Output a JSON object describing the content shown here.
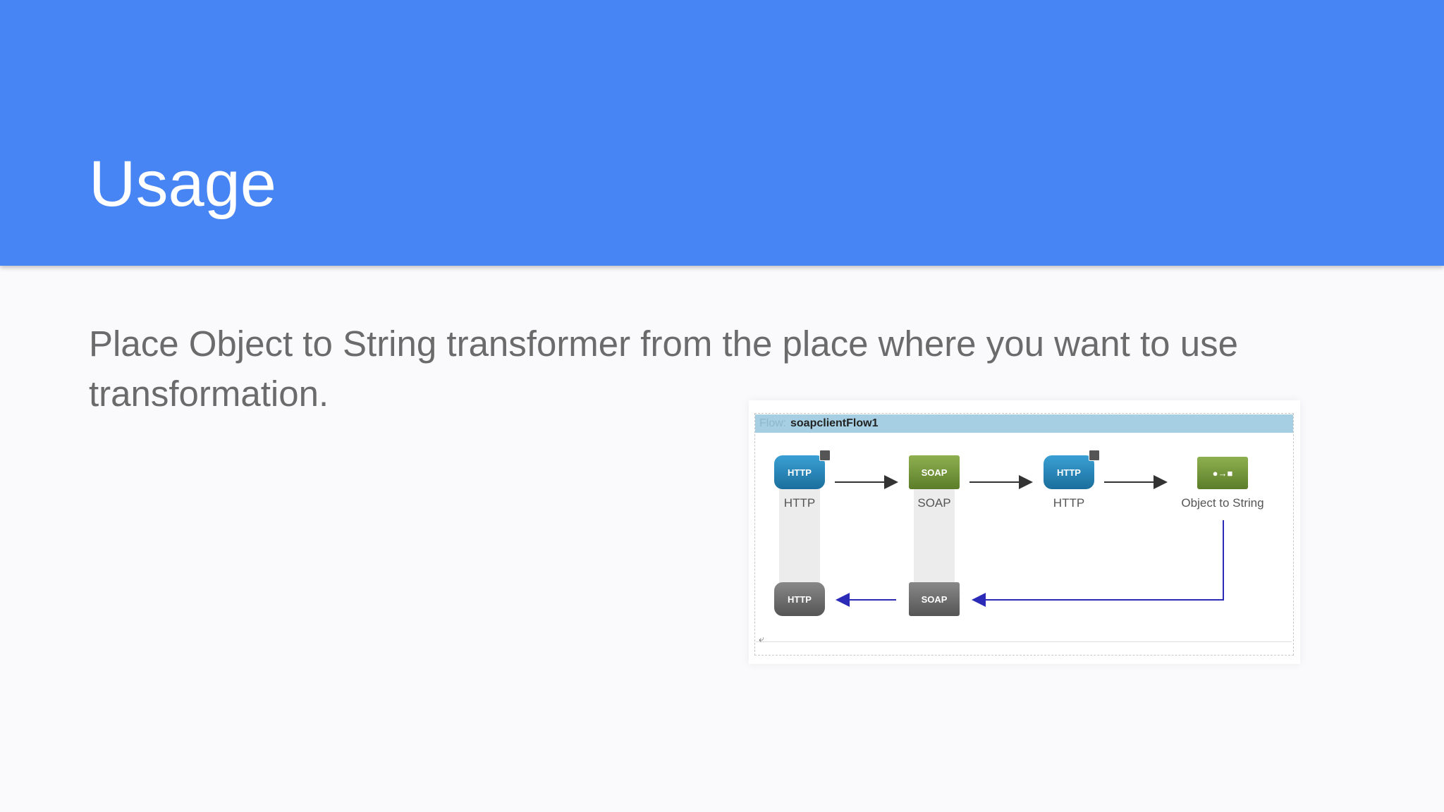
{
  "slide": {
    "title": "Usage",
    "body": "Place Object to String transformer from the place where you want to use transformation."
  },
  "diagram": {
    "flow_prefix": "Flow:",
    "flow_name": "soapclientFlow1",
    "nodes": [
      {
        "label": "HTTP",
        "glyph": "HTTP"
      },
      {
        "label": "SOAP",
        "glyph": "SOAP"
      },
      {
        "label": "HTTP",
        "glyph": "HTTP"
      },
      {
        "label": "Object to String",
        "glyph": "●→■"
      }
    ],
    "return_nodes": [
      {
        "glyph": "HTTP"
      },
      {
        "glyph": "SOAP"
      }
    ],
    "colors": {
      "header": "#4784f4",
      "arrow_forward": "#333333",
      "arrow_return": "#2b2bb8"
    }
  }
}
